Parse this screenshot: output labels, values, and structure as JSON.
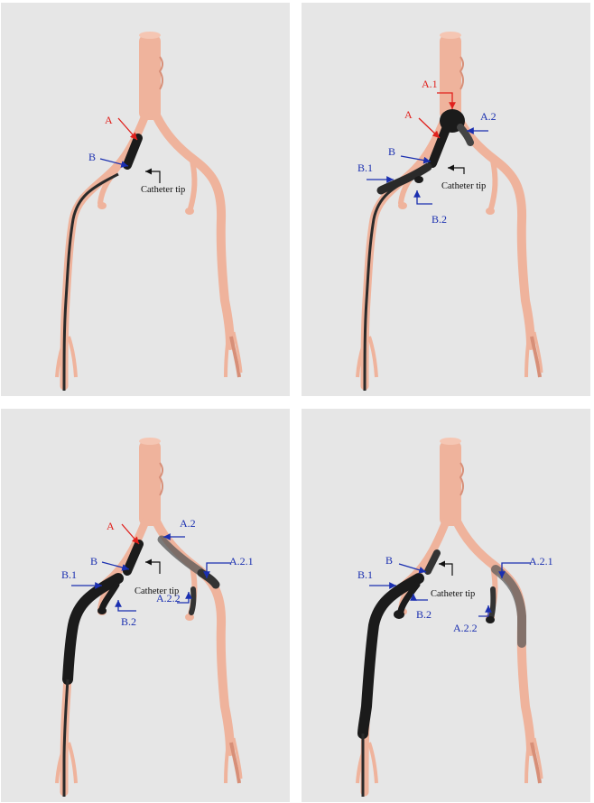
{
  "colors": {
    "background": "#e6e6e6",
    "vessel": "#efb39c",
    "vessel_shadow": "#d78f78",
    "contrast": "#1b1b1b",
    "arrow_red": "#e0201c",
    "arrow_blue": "#1a2fb0",
    "arrow_black": "#111111"
  },
  "panels": [
    {
      "labels": {
        "A": "A",
        "B": "B",
        "catheter": "Catheter tip"
      }
    },
    {
      "labels": {
        "A1": "A.1",
        "A": "A",
        "A2": "A.2",
        "B": "B",
        "B1": "B.1",
        "catheter": "Catheter tip",
        "B2": "B.2"
      }
    },
    {
      "labels": {
        "A": "A",
        "A2": "A.2",
        "B": "B",
        "A21": "A.2.1",
        "B1": "B.1",
        "catheter": "Catheter tip",
        "A22": "A.2.2",
        "B2": "B.2"
      }
    },
    {
      "labels": {
        "B": "B",
        "A21": "A.2.1",
        "B1": "B.1",
        "catheter": "Catheter tip",
        "A22": "A.2.2",
        "B2": "B.2"
      }
    }
  ]
}
